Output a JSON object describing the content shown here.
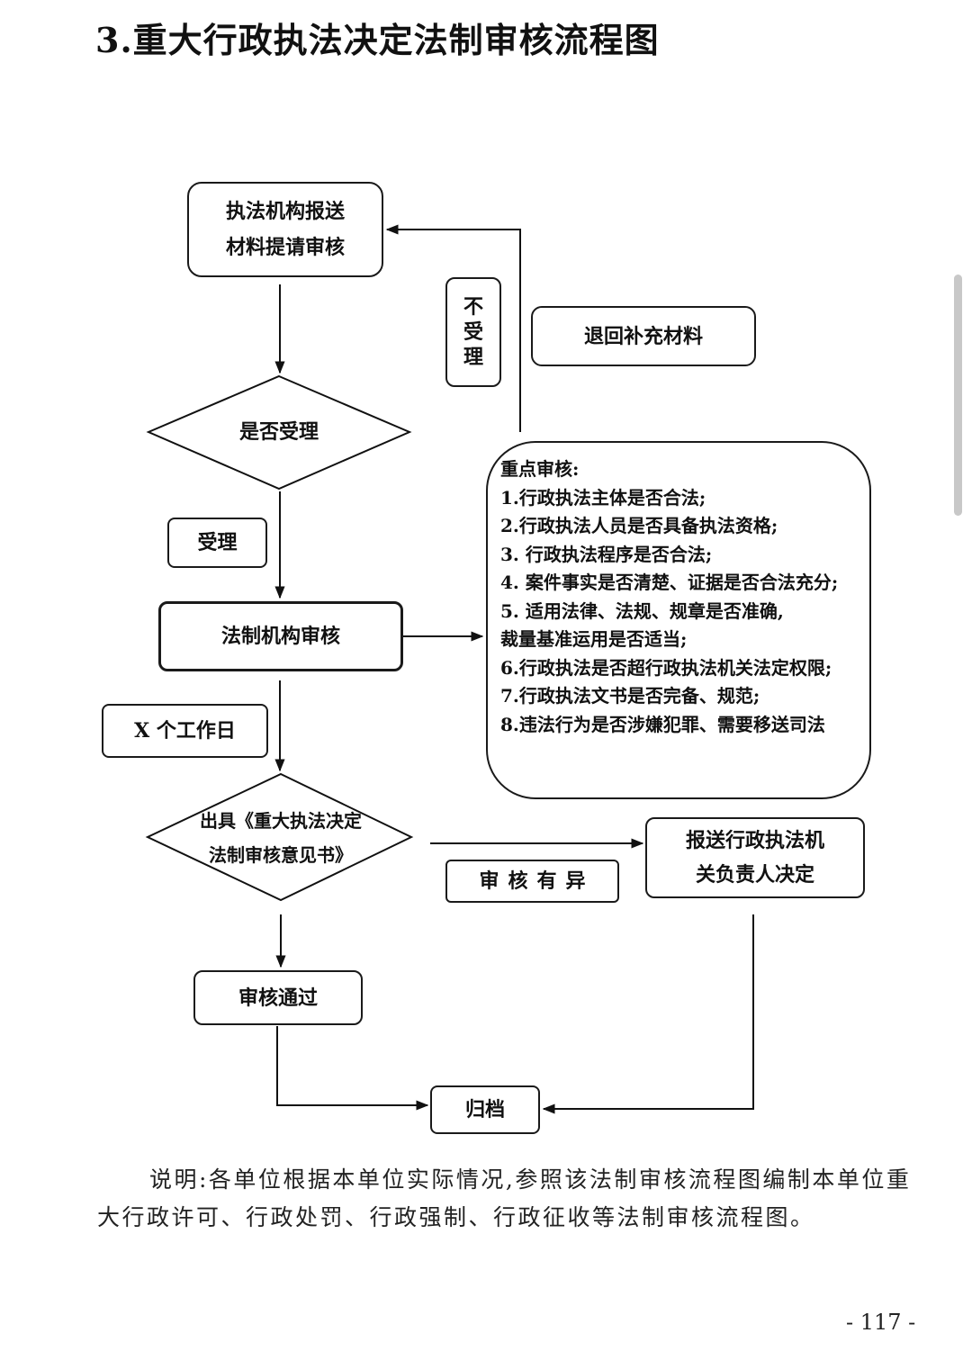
{
  "page_title": "3.重大行政执法决定法制审核流程图",
  "nodes": {
    "submit": [
      "执法机构报送",
      "材料提请审核"
    ],
    "accept_decision": "是否受理",
    "legal_review": "法制机构审核",
    "opinion_decision": [
      "出具《重大执法决定",
      "法制审核意见书》"
    ],
    "report_head": [
      "报送行政执法机",
      "关负责人决定"
    ],
    "review_passed": "审核通过",
    "archive": "归档"
  },
  "labels": {
    "not_accepted": [
      "不",
      "受",
      "理"
    ],
    "return_materials": "退回补充材料",
    "accepted": "受理",
    "work_days": "X 个工作日",
    "review_differs": "审核有异"
  },
  "review_points": {
    "heading": "重点审核:",
    "items": [
      "1.行政执法主体是否合法;",
      "2.行政执法人员是否具备执法资格;",
      "3. 行政执法程序是否合法;",
      "4. 案件事实是否清楚、证据是否合法充分;",
      "5. 适用法律、法规、规章是否准确,",
      "裁量基准运用是否适当;",
      "6.行政执法是否超行政执法机关法定权限;",
      "7.行政执法文书是否完备、规范;",
      "8.违法行为是否涉嫌犯罪、需要移送司法"
    ]
  },
  "note": "说明:各单位根据本单位实际情况,参照该法制审核流程图编制本单位重大行政许可、行政处罚、行政强制、行政征收等法制审核流程图。",
  "page_number": "- 117 -"
}
